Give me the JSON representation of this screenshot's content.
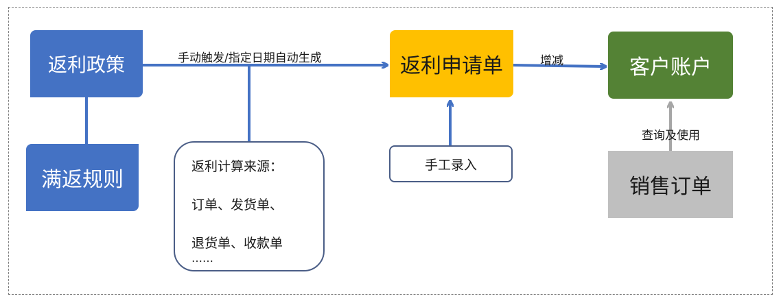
{
  "nodes": {
    "rebate_policy": "返利政策",
    "full_return_rule": "满返规则",
    "rebate_request": "返利申请单",
    "customer_account": "客户账户",
    "sales_order": "销售订单",
    "manual_entry": "手工录入",
    "calc_sources": {
      "title": "返利计算来源：",
      "line1": "订单、发货单、",
      "line2": "退货单、收款单",
      "ellipsis": "……"
    }
  },
  "edges": {
    "trigger_label": "手动触发/指定日期自动生成",
    "adjust_label": "增减",
    "query_label": "查询及使用"
  },
  "colors": {
    "blue": "#4472c4",
    "yellow": "#ffc000",
    "green": "#548235",
    "gray": "#bfbfbf",
    "gray_arrow": "#a6a6a6",
    "outline": "#4a5d86"
  }
}
